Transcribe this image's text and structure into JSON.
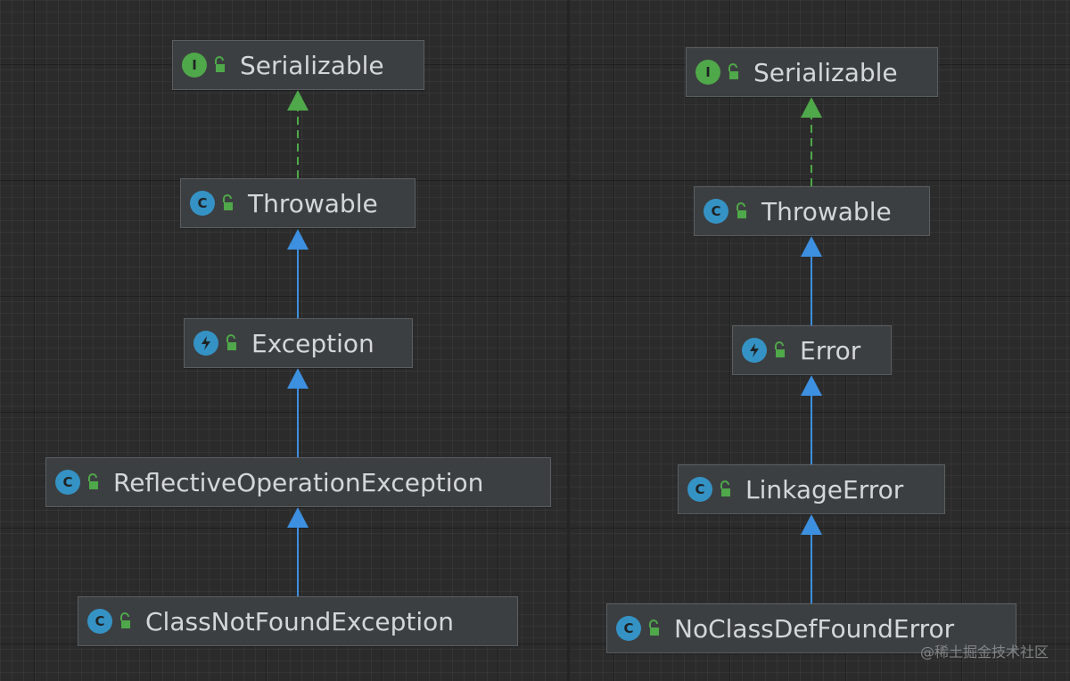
{
  "colors": {
    "background": "#2b2b2b",
    "node_fill": "#3c3f41",
    "node_border": "#5b5f62",
    "interface_icon": "#4fa84a",
    "class_icon": "#3592c4",
    "realization_edge": "#4fa84a",
    "inheritance_edge": "#3d8fe0",
    "label_text": "#d4d7da"
  },
  "left_diagram": {
    "nodes": [
      {
        "id": "serializable",
        "label": "Serializable",
        "kind": "interface",
        "icon": "interface-i-icon",
        "kind_glyph": "I"
      },
      {
        "id": "throwable",
        "label": "Throwable",
        "kind": "class",
        "icon": "class-c-icon",
        "kind_glyph": "C"
      },
      {
        "id": "exception",
        "label": "Exception",
        "kind": "exception-class",
        "icon": "lightning-icon",
        "kind_glyph": ""
      },
      {
        "id": "reflective",
        "label": "ReflectiveOperationException",
        "kind": "class",
        "icon": "class-c-icon",
        "kind_glyph": "C"
      },
      {
        "id": "classnotfound",
        "label": "ClassNotFoundException",
        "kind": "class",
        "icon": "class-c-icon",
        "kind_glyph": "C"
      }
    ],
    "edges": [
      {
        "from": "throwable",
        "to": "serializable",
        "type": "realization"
      },
      {
        "from": "exception",
        "to": "throwable",
        "type": "inheritance"
      },
      {
        "from": "reflective",
        "to": "exception",
        "type": "inheritance"
      },
      {
        "from": "classnotfound",
        "to": "reflective",
        "type": "inheritance"
      }
    ]
  },
  "right_diagram": {
    "nodes": [
      {
        "id": "serializable2",
        "label": "Serializable",
        "kind": "interface",
        "icon": "interface-i-icon",
        "kind_glyph": "I"
      },
      {
        "id": "throwable2",
        "label": "Throwable",
        "kind": "class",
        "icon": "class-c-icon",
        "kind_glyph": "C"
      },
      {
        "id": "error",
        "label": "Error",
        "kind": "exception-class",
        "icon": "lightning-icon",
        "kind_glyph": ""
      },
      {
        "id": "linkage",
        "label": "LinkageError",
        "kind": "class",
        "icon": "class-c-icon",
        "kind_glyph": "C"
      },
      {
        "id": "noclassdef",
        "label": "NoClassDefFoundError",
        "kind": "class",
        "icon": "class-c-icon",
        "kind_glyph": "C"
      }
    ],
    "edges": [
      {
        "from": "throwable2",
        "to": "serializable2",
        "type": "realization"
      },
      {
        "from": "error",
        "to": "throwable2",
        "type": "inheritance"
      },
      {
        "from": "linkage",
        "to": "error",
        "type": "inheritance"
      },
      {
        "from": "noclassdef",
        "to": "linkage",
        "type": "inheritance"
      }
    ]
  },
  "watermark": "@稀土掘金技术社区"
}
